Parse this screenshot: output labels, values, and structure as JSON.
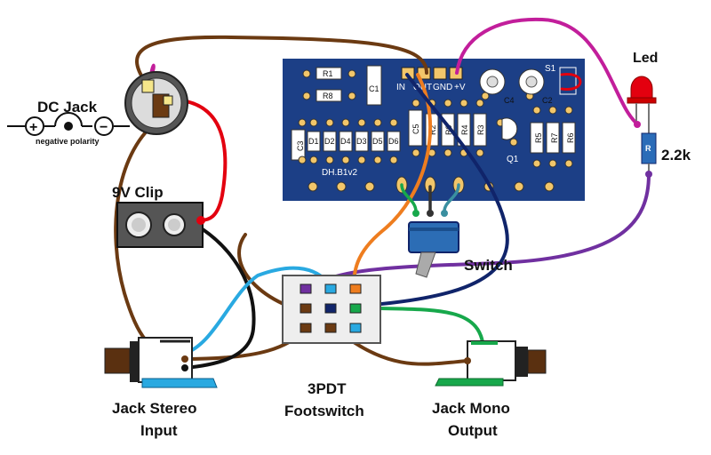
{
  "labels": {
    "dc_jack": "DC Jack",
    "polarity": "negative polarity",
    "plus": "+",
    "minus": "−",
    "clip": "9V Clip",
    "led": "Led",
    "resistor": "2.2k",
    "resistor_mark": "R",
    "switch": "Switch",
    "footswitch_line1": "3PDT",
    "footswitch_line2": "Footswitch",
    "jack_in_line1": "Jack Stereo",
    "jack_in_line2": "Input",
    "jack_out_line1": "Jack Mono",
    "jack_out_line2": "Output"
  },
  "pcb": {
    "name": "DH.B1v2",
    "pads": [
      "IN",
      "OUT",
      "GND",
      "+V"
    ],
    "components": [
      "R1",
      "R8",
      "C1",
      "C3",
      "D1",
      "D2",
      "D4",
      "D3",
      "D5",
      "D6",
      "C5",
      "R2",
      "R9",
      "R4",
      "R3",
      "C4",
      "C2",
      "S1",
      "Q1",
      "R5",
      "R7",
      "R6"
    ]
  },
  "colors": {
    "pcb": "#1c3f86",
    "brown": "#6b3a12",
    "red": "#e3000f",
    "black": "#111111",
    "magenta": "#c21e9b",
    "purple": "#7030a0",
    "orange": "#ee7d1f",
    "navy": "#10246a",
    "blue": "#29a9e1",
    "green": "#17a84b",
    "teal": "#3a8fa0"
  }
}
